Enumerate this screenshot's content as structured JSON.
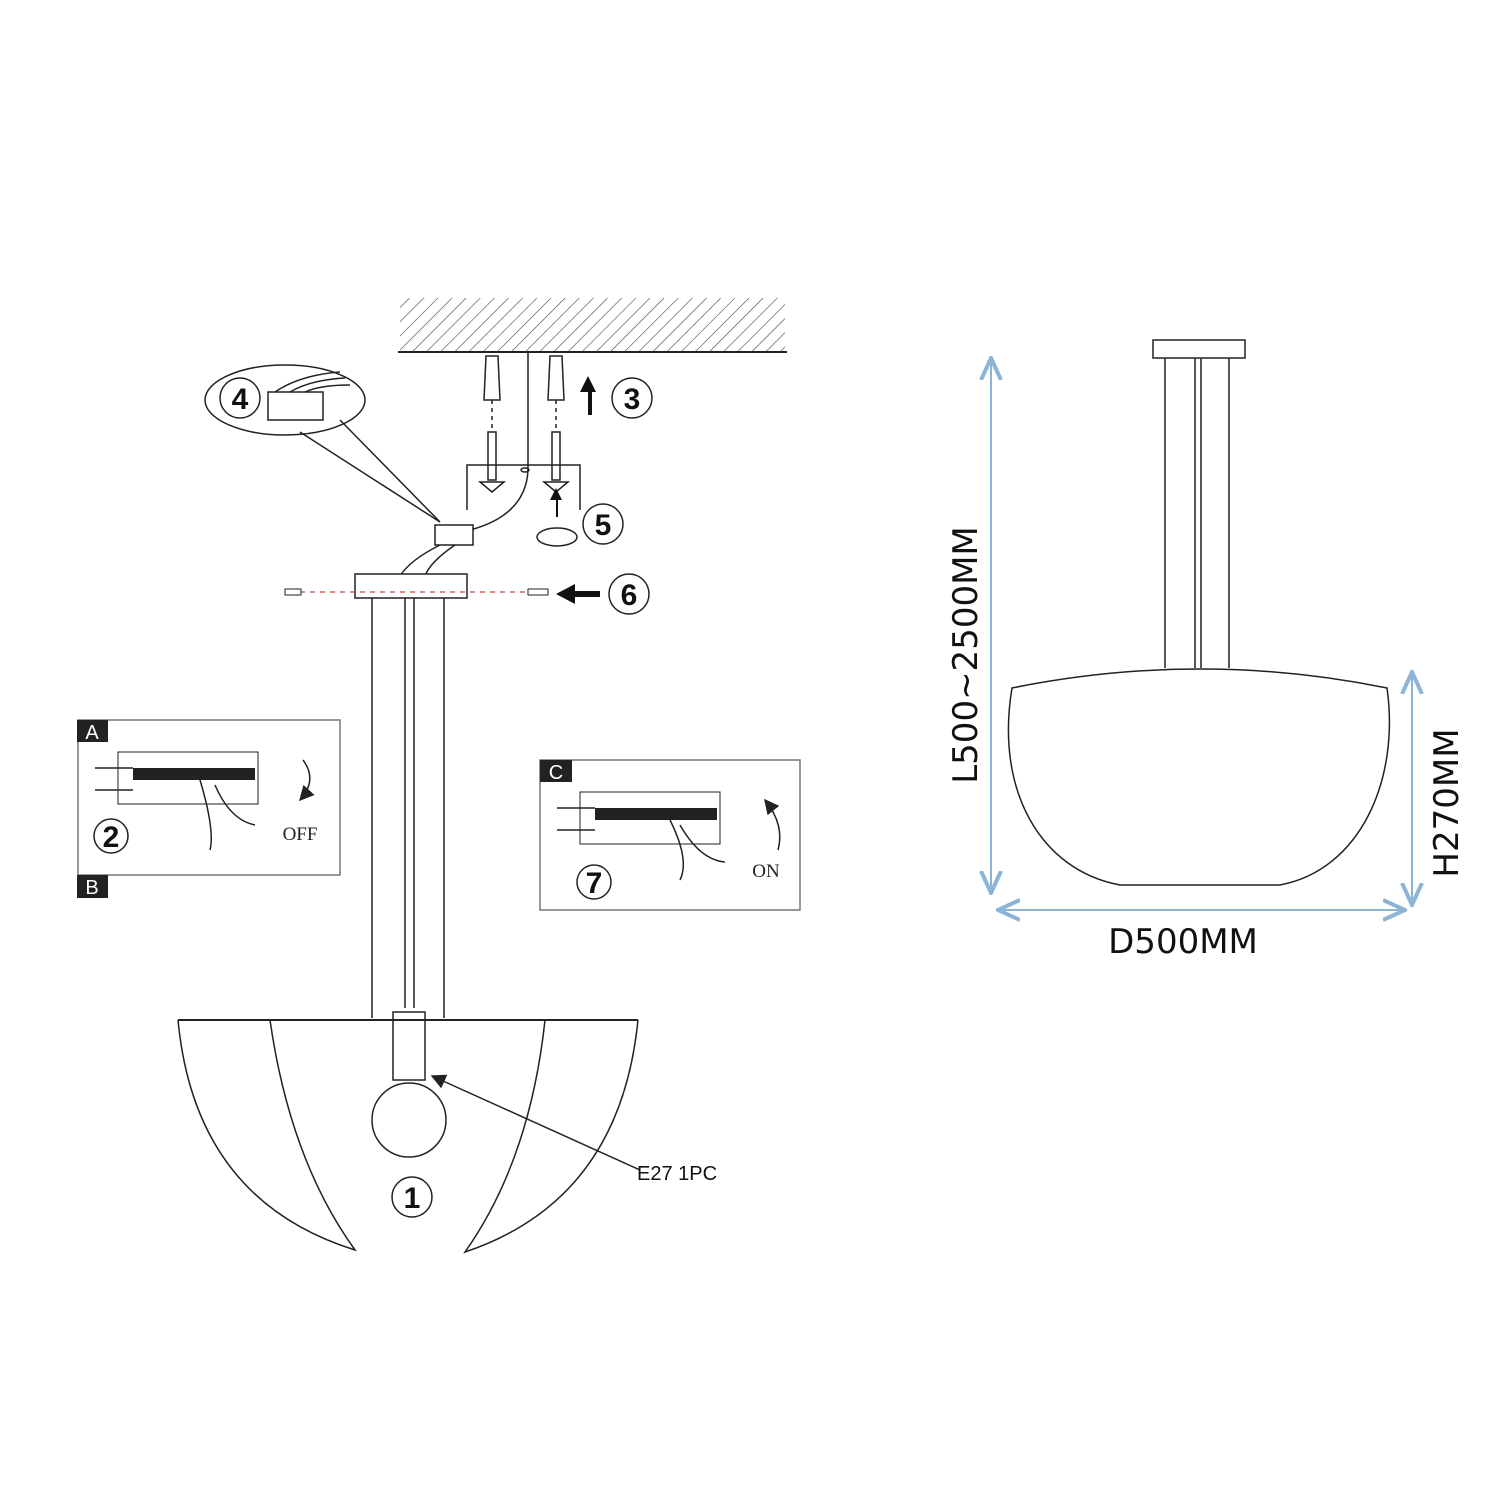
{
  "steps": [
    "1",
    "2",
    "3",
    "4",
    "5",
    "6",
    "7"
  ],
  "panels": {
    "a_label": "A",
    "b_label": "B",
    "c_label": "C",
    "off_label": "OFF",
    "on_label": "ON"
  },
  "bulb_label": "E27 1PC",
  "dimensions": {
    "length": "L500~2500MM",
    "height": "H270MM",
    "diameter": "D500MM"
  },
  "colors": {
    "dimension_line": "#8cb4d6",
    "dashed_guide": "#d04040"
  }
}
